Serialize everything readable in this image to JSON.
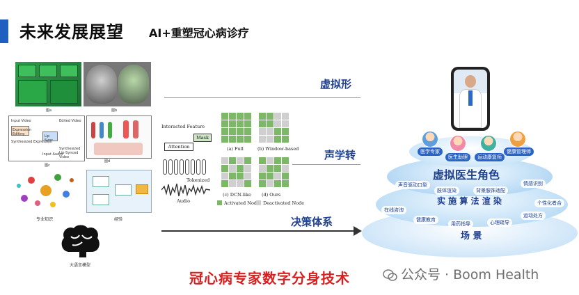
{
  "header": {
    "title": "未来发展展望",
    "subtitle": "AI+重塑冠心病诊疗"
  },
  "left_figures": {
    "fig_a": "图a",
    "fig_b": "图b",
    "fig_c": "图c",
    "fig_d": "图d",
    "knowledge_label": "专业知识",
    "experience_label": "经验",
    "llm_label": "大语言模型",
    "pipeline_labels": [
      "Input Video",
      "Expression Editing",
      "Synthesized Expression",
      "Edited Video",
      "Lip Sync",
      "Input Audio",
      "Synthesized Lip-Synced Video"
    ]
  },
  "center_diagram": {
    "interacted_feature": "Interacted Feature",
    "mask": "Mask",
    "attention": "Attention",
    "tokenized": "Tokenized",
    "audio": "Audio",
    "grid_labels": [
      "(a) Full",
      "(b) Window-based",
      "(c) DCN-like",
      "(d) Ours"
    ],
    "legend_active": "Activated Node",
    "legend_inactive": "Deactivated Node"
  },
  "arrows": {
    "label_1": "虚拟形",
    "label_2": "声学转",
    "label_3": "决策体系"
  },
  "pyramid": {
    "top_badges": [
      "医学专家",
      "医生助理",
      "运动康复师",
      "健康管理师"
    ],
    "role_title": "虚拟医生角色",
    "mid_chips": [
      "声音驱动口型",
      "肢体渲染",
      "背景服饰适配",
      "情感识别"
    ],
    "algo_title": "实 施 算 法 渲 染",
    "low_chips": [
      "在线咨询",
      "健康教育",
      "用药指导",
      "心理疏导",
      "运动处方",
      "个性化者合"
    ],
    "scene_title": "场 景"
  },
  "bottom_title": "冠心病专家数字分身技术",
  "watermark": "公众号 · Boom Health",
  "colors": {
    "accent_blue": "#1f5fbf",
    "label_blue": "#1f3f8f",
    "red": "#d82020",
    "green_active": "#7cb868",
    "gray_inactive": "#cfcfcf"
  }
}
